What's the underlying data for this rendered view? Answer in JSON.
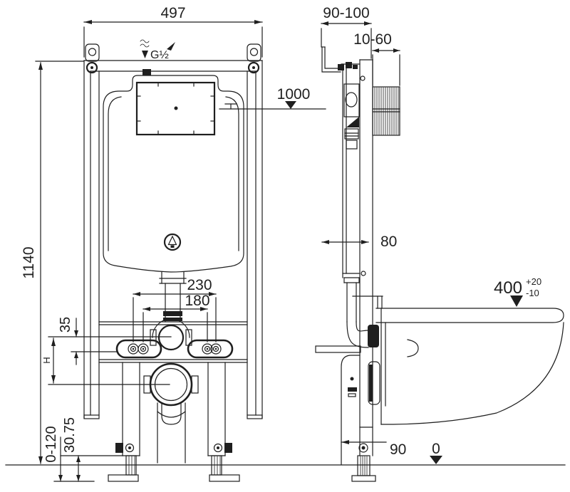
{
  "page": {
    "background": "#ffffff",
    "line_color": "#1f1f1f",
    "description": "Dimensioned technical drawing of a concealed-cistern wall-hung toilet installation frame, front view and side view"
  },
  "dimensions": {
    "frame_width": "497",
    "frame_height": "1140",
    "supply_thread": "G½",
    "flush_actuation_level": "1000",
    "fixing_bolts_outer": "230",
    "fixing_bolts_inner": "180",
    "inlet_offset": "35",
    "outlet_height": "H",
    "foot_adjustment": "0-120",
    "foot_plate": "30.75",
    "frame_depth": "90-100",
    "wall_finish_depth": "10-60",
    "flush_pipe": "80",
    "bowl_top_height": "400",
    "bowl_top_tol_plus": "+20",
    "bowl_top_tol_minus": "-10",
    "outlet_offset": "90",
    "floor_level": "0"
  }
}
